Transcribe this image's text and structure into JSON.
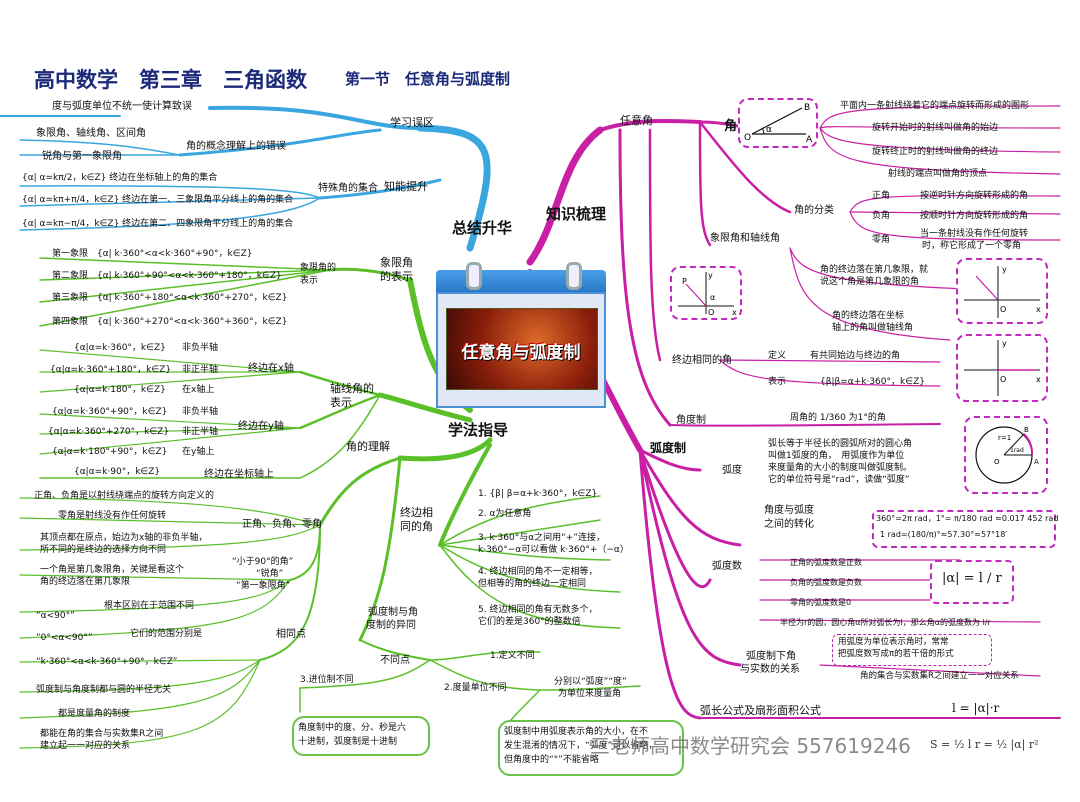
{
  "header": {
    "title": "高中数学　第三章　三角函数",
    "subtitle": "第一节　任意角与弧度制"
  },
  "center": {
    "title": "任意角与弧度制"
  },
  "branches": {
    "review": "总结升华",
    "knowledge": "知识梳理",
    "method": "学法指导"
  },
  "review": {
    "mistakes": "学习误区",
    "m1": "度与弧度单位不统一使计算致误",
    "concept_err": "角的概念理解上的错误",
    "m2": "象限角、轴线角、区间角",
    "m3": "锐角与第一象限角",
    "special": "特殊角的集合",
    "improve": "知能提升",
    "s1": "{α| α=kπ/2，k∈Z} 终边在坐标轴上的角的集合",
    "s2": "{α| α=kπ+π/4，k∈Z} 终边在第一、三象限角平分线上的角的集合",
    "s3": "{α| α=kπ−π/4，k∈Z} 终边在第二、四象限角平分线上的角的集合"
  },
  "method": {
    "quadrant_rep_top": "象限角",
    "quadrant_rep_bottom": "的表示",
    "quadrant_label": "象限角的表示",
    "q1": "第一象限　{α| k·360°<α<k·360°+90°，k∈Z}",
    "q2": "第二象限　{α| k·360°+90°<α<k·360°+180°，k∈Z}",
    "q3": "第三象限　{α| k·360°+180°<α<k·360°+270°，k∈Z}",
    "q4": "第四象限　{α| k·360°+270°<α<k·360°+360°，k∈Z}",
    "axis_rep": "轴线角的表示",
    "x_axis": "终边在x轴",
    "y_axis": "终边在y轴",
    "a1": "{α|α=k·360°，k∈Z}",
    "a1l": "非负半轴",
    "a2": "{α|α=k·360°+180°，k∈Z}",
    "a2l": "非正半轴",
    "a3": "{α|α=k·180°，k∈Z}",
    "a3l": "在x轴上",
    "a4": "{α|α=k·360°+90°，k∈Z}",
    "a4l": "非负半轴",
    "a5": "{α|α=k·360°+270°，k∈Z}",
    "a5l": "非正半轴",
    "a6": "{α|α=k·180°+90°，k∈Z}",
    "a6l": "在y轴上",
    "a7": "{α|α=k·90°，k∈Z}",
    "a7l": "终边在坐标轴上",
    "understanding": "角的理解",
    "u1": "正角、负角是以射线绕端点的旋转方向定义的",
    "u2": "零角是射线没有作任何旋转",
    "pnz": "正角、负角、零角",
    "u3a": "其顶点都在原点，始边为x轴的非负半轴，",
    "u3b": "所不同的是终边的选择方向不同",
    "u4a": "一个角是第几象限角，关键是看这个",
    "u4b": "角的终边落在第几象限",
    "lt90a": "“小于90°的角”",
    "lt90b": "“锐角”",
    "lt90c": "“第一象限角”",
    "u5": "根本区别在于范围不同",
    "u6": "“α<90°”",
    "u7": "“0°<α<90°”",
    "u8": "它们的范围分别是",
    "u9": "“k·360°<α<k·360°+90°，k∈Z”",
    "same": "相同点",
    "c1": "弧度制与角度制都与圆的半径无关",
    "c2": "都是度量角的制度",
    "c3a": "都能在角的集合与实数集R之间",
    "c3b": "建立起一一对应的关系",
    "diff_a": "弧度制与角",
    "diff_b": "度制的异同",
    "notsame": "不同点",
    "d1": "1.定义不同",
    "d2": "2.度量单位不同",
    "d2a": "分别以“弧度”“度”",
    "d2b": "为单位来度量角",
    "d3": "3.进位制不同",
    "d3a": "角度制中的度、分、秒是六",
    "d3b": "十进制，弧度制是十进制",
    "d4a": "弧度制中用弧度表示角的大小，在不",
    "d4b": "发生混淆的情况下，“弧度”可以省略，",
    "d4c": "但角度中的“°”不能省略",
    "coterm_a": "终边相",
    "coterm_b": "同的角",
    "ct1": "1. {β| β=α+k·360°，k∈Z}",
    "ct2": "2. α为任意角",
    "ct3a": "3. k·360°与α之间用“+”连接，",
    "ct3b": "k·360°−α可以看做 k·360°+（−α）",
    "ct4a": "4. 终边相同的角不一定相等，",
    "ct4b": "但相等的角的终边一定相同",
    "ct5a": "5. 终边相同的角有无数多个，",
    "ct5b": "它们的差是360°的整数倍"
  },
  "knowledge": {
    "arbitrary": "任意角",
    "angle": "角",
    "k1": "平面内一条射线绕着它的端点旋转而形成的图形",
    "k2": "旋转开始时的射线叫做角的始边",
    "k3": "旋转终止时的射线叫做角的终边",
    "k4": "射线的端点叫做角的顶点",
    "classify": "角的分类",
    "pos": "正角",
    "posd": "按逆时针方向旋转形成的角",
    "neg": "负角",
    "negd": "按顺时针方向旋转形成的角",
    "zero": "零角",
    "zerod_a": "当一条射线没有作任何旋转",
    "zerod_b": "时，称它形成了一个零角",
    "qa": "象限角和轴线角",
    "qa1a": "角的终边落在第几象限，就",
    "qa1b": "说这个角是第几象限的角",
    "qa2a": "角的终边落在坐标",
    "qa2b": "轴上的角叫做轴线角",
    "coterminal": "终边相同的角",
    "def": "定义",
    "defd": "有共同始边与终边的角",
    "rep": "表示",
    "repd": "{β|β=α+k·360°，k∈Z}",
    "radian_sys": "弧度制",
    "degree_sys": "角度制",
    "deg_def": "周角的 1/360 为1°的角",
    "radian": "弧度",
    "rad_a": "弧长等于半径长的圆弧所对的圆心角",
    "rad_b": "叫做1弧度的角，　用弧度作为单位",
    "rad_c": "来度量角的大小的制度叫做弧度制。",
    "rad_d": "它的单位符号是“rad”，读做“弧度”",
    "convert_a": "角度与弧度",
    "convert_b": "之间的转化",
    "conv1": "360°=2π rad，1°= π/180 rad ≈0.017 452 rad",
    "conv2": "1 rad=(180/π)°≈57.30°≈57°18′",
    "radnum": "弧度数",
    "rn1": "正角的弧度数是正数",
    "rn2": "负角的弧度数是负数",
    "rn3": "零角的弧度数是0",
    "formula_abs": "|α| = l / r",
    "rn4": "半径为r的圆，圆心角α所对弧长为l，那么角α的弧度数为 l/r",
    "map_a": "弧度制下角",
    "map_b": "与实数的关系",
    "map1a": "用弧度为单位表示角时，常常",
    "map1b": "把弧度数写成π的若干倍的形式",
    "map2": "角的集合与实数集R之间建立一一对应关系",
    "arc": "弧长公式及扇形面积公式",
    "arc_formula": "l = |α|·r",
    "sector_formula": "S = ½ l r = ½ |α| r²"
  },
  "watermark": "三老师高中数学研究会 557619246",
  "figure_labels": {
    "A": "A",
    "B": "B",
    "O": "O",
    "alpha": "α",
    "x": "x",
    "y": "y",
    "P": "P",
    "r": "r=1",
    "one": "1rad"
  },
  "colors": {
    "blue": "#3aa6e0",
    "green": "#5bbf2a",
    "magenta": "#c91fa5",
    "title": "#1d2a7a"
  }
}
